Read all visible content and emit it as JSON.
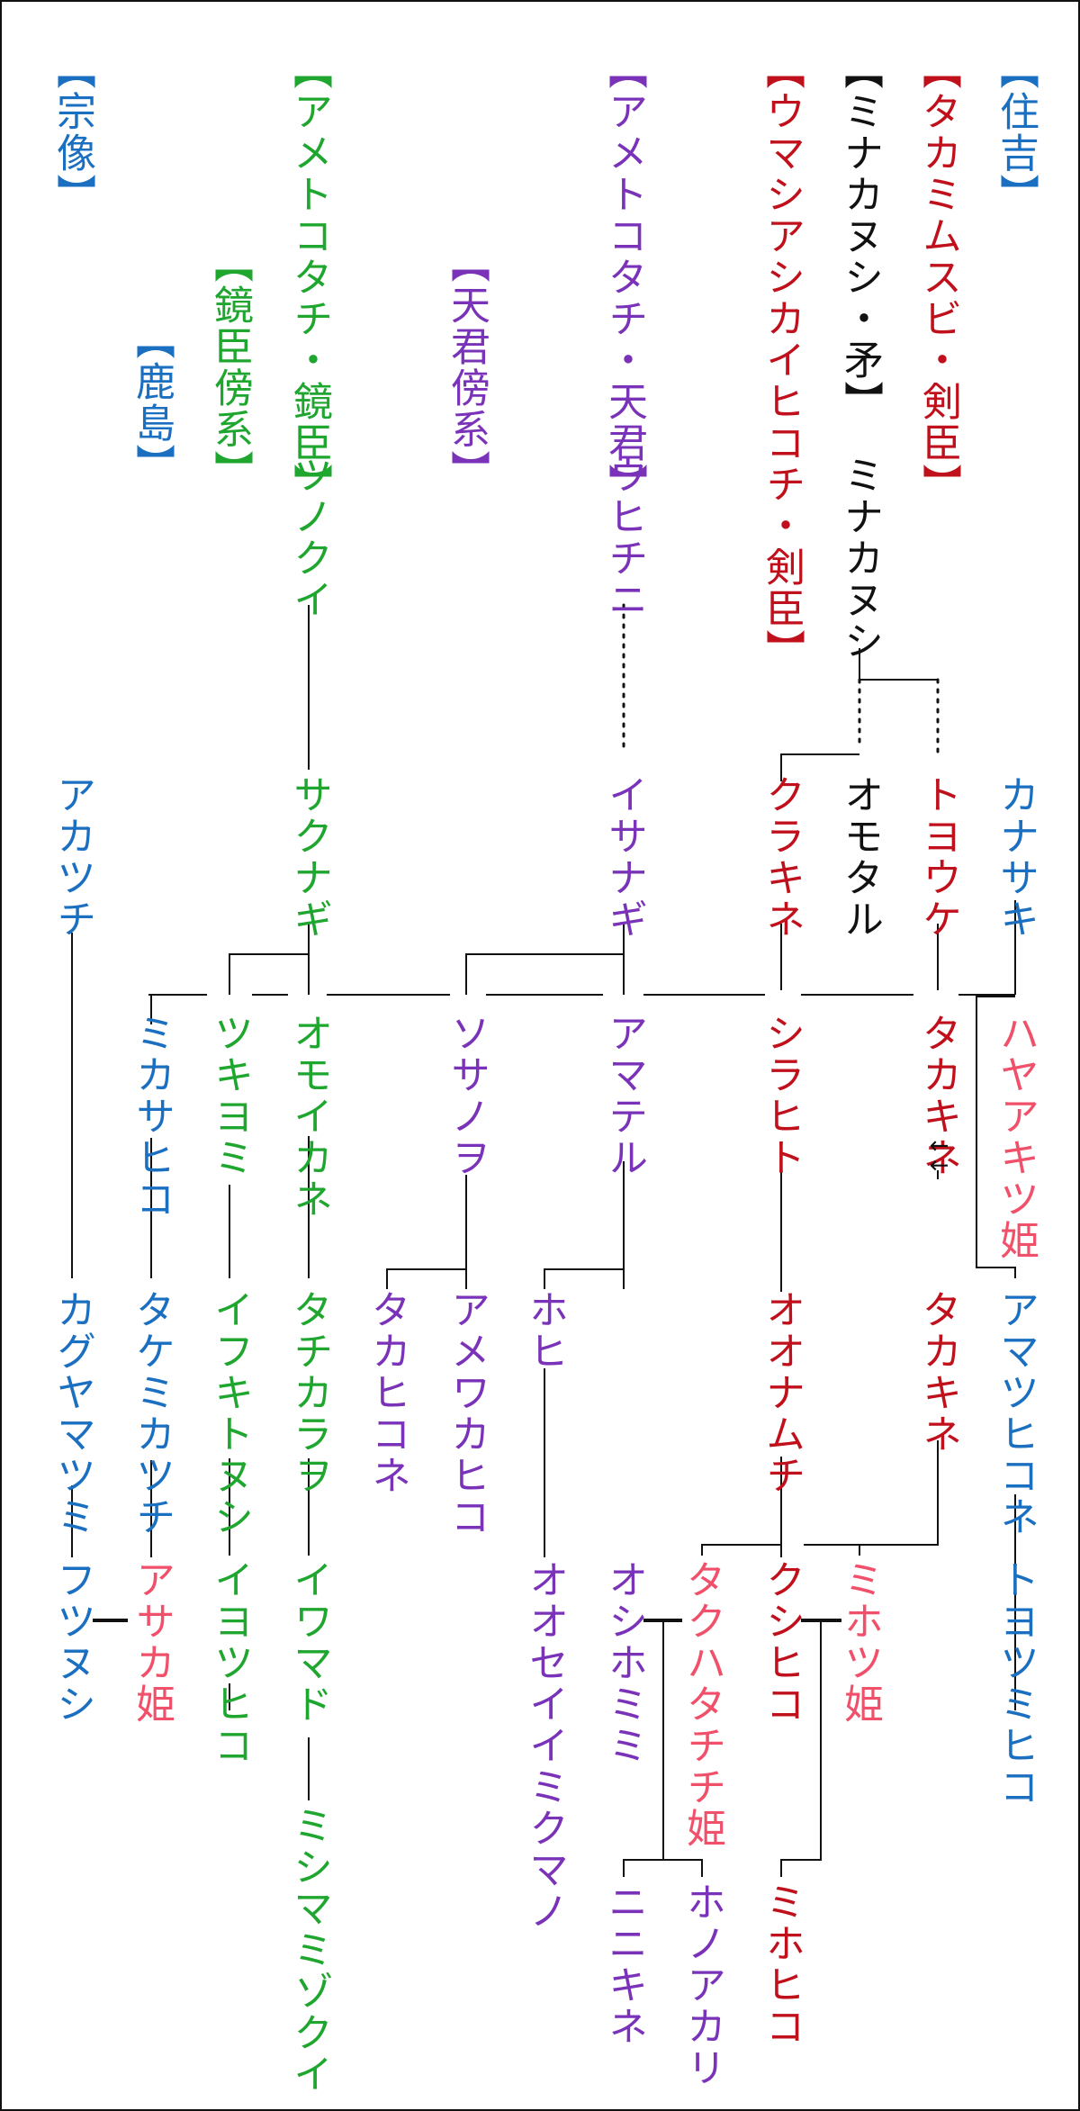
{
  "colors": {
    "blue": "#1a6fc0",
    "darkred": "#c0101c",
    "black": "#111111",
    "purple": "#7a33b8",
    "green": "#1ea62f",
    "pink": "#f0506a"
  },
  "headers": {
    "sumiyoshi": "【住吉】",
    "takamimusubi": "【タカミムスビ・剣臣】",
    "minakanushi": "【ミナカヌシ・矛】",
    "umashi": "【ウマシアシカイヒコチ・剣臣】",
    "amekoto_amagimi": "【アメトコタチ・天君】",
    "amagimi_bokei": "【天君傍系】",
    "amekoto_kagami": "【アメトコタチ・鏡臣】",
    "kagami_bokei": "【鏡臣傍系】",
    "kashima": "【鹿島】",
    "munakata": "【宗像】"
  },
  "names": {
    "minakanushi": "ミナカヌシ",
    "uhichini": "ウヒチニ",
    "tsunokui": "ツノクイ",
    "kanasaki": "カナサキ",
    "toyouke": "トヨウケ",
    "omotaru": "オモタル",
    "kurakine": "クラキネ",
    "isanagi": "イサナギ",
    "sakunagi": "サクナギ",
    "akatsuchi": "アカツチ",
    "hayaakitsu": "ハヤアキツ姫",
    "takakine1": "タカキネ",
    "shirahito": "シラヒト",
    "amateru": "アマテル",
    "sosanowo": "ソサノヲ",
    "omoikane": "オモイカネ",
    "tsukiyomi": "ツキヨミ",
    "mikasahiko": "ミカサヒコ",
    "amatsuhikone": "アマツヒコネ",
    "takakine2": "タカキネ",
    "oonamuchi": "オオナムチ",
    "hohi": "ホヒ",
    "amewakahiko": "アメワカヒコ",
    "takahikone": "タカヒコネ",
    "tachikarawo": "タチカラヲ",
    "ifukitonushi": "イフキトヌシ",
    "takemikatsuchi": "タケミカツチ",
    "kaguyamatsumi": "カグヤマツミ",
    "toyotsumihiko": "トヨツミヒコ",
    "mihotsu": "ミホツ姫",
    "kushihiko": "クシヒコ",
    "takuhatachichi": "タクハタチチ姫",
    "oshihomimi": "オシホミミ",
    "ooseiimikumano": "オオセイイミクマノ",
    "iwamado": "イワマド",
    "iyotsuhiko": "イヨツヒコ",
    "asaka": "アサカ姫",
    "futsunushi": "フツヌシ",
    "mihohiko": "ミホヒコ",
    "honoakari": "ホノアカリ",
    "ninikine": "ニニキネ",
    "mishimamizokui": "ミシマミゾクイ"
  },
  "arrows": "↓↓"
}
